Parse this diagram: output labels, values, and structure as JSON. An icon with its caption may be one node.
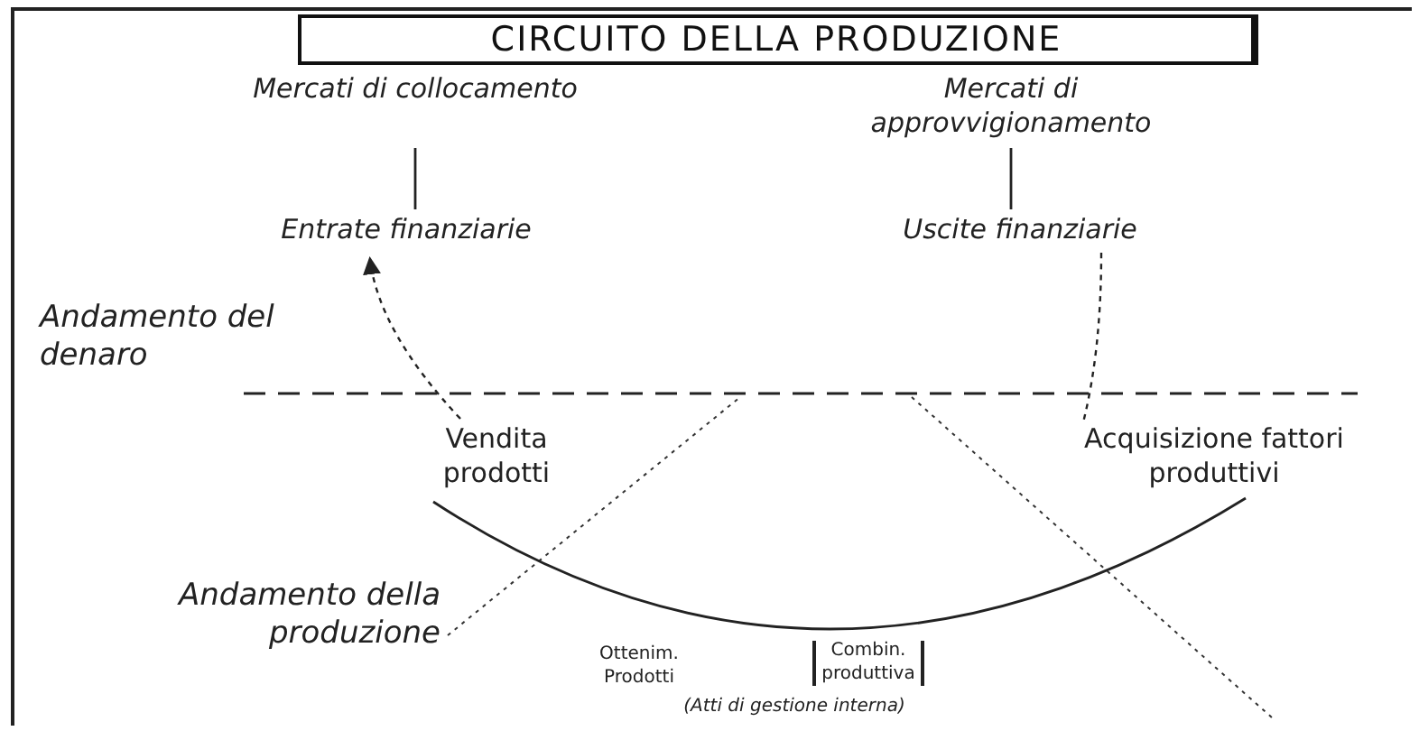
{
  "diagram": {
    "title": "CIRCUITO DELLA PRODUZIONE",
    "nodes": [
      {
        "text": [
          "Mercati di collocamento"
        ]
      },
      {
        "text": [
          "Entrate finanziarie"
        ]
      },
      {
        "text": [
          "Mercati di approvvigionamento"
        ]
      },
      {
        "text": [
          "Uscite finanziarie"
        ]
      },
      {
        "text": [
          "Vendita prodotti"
        ]
      },
      {
        "text": [
          "Acquisizione fattori produttivi"
        ]
      },
      {
        "text": [
          "Ottenim. Prodotti"
        ]
      },
      {
        "text": [
          "Combin. produttiva"
        ]
      }
    ],
    "edges": [
      {
        "from": 0,
        "to": 1,
        "arrow": "none"
      },
      {
        "from": 2,
        "to": 3,
        "arrow": "none"
      },
      {
        "from": 3,
        "to": 5,
        "arrow": "none",
        "style": "dashed"
      },
      {
        "from": 5,
        "to": 4,
        "arrow": "none"
      },
      {
        "from": 4,
        "to": 1,
        "arrow": "to",
        "style": "dashed"
      }
    ],
    "labels": [
      "Andamento del denaro",
      "Andamento della produzione",
      "(Atti di gestione interna)"
    ]
  }
}
